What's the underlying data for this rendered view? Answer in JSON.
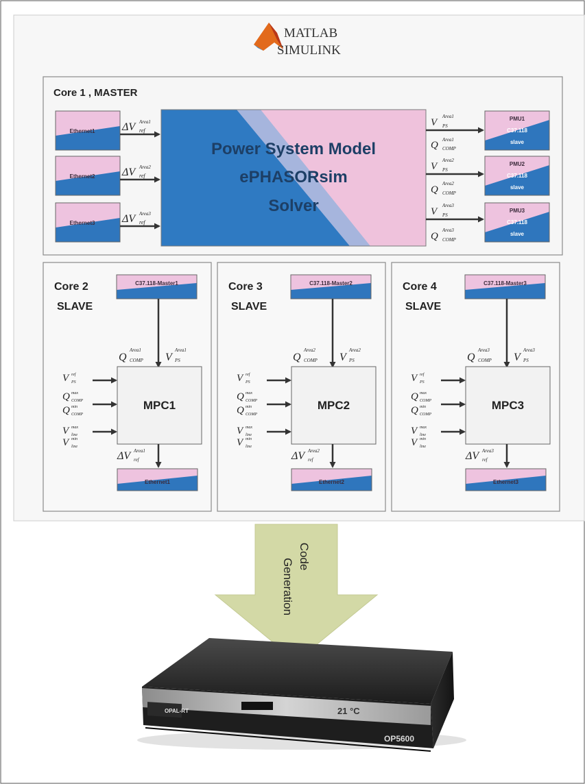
{
  "header": {
    "logo_line1": "MATLAB",
    "logo_line2": "SIMULINK"
  },
  "master": {
    "title": "Core 1 , MASTER",
    "solver_lines": [
      "Power System Model",
      "ePHASORsim",
      "Solver"
    ],
    "ethernet_blocks": [
      "Ethernet1",
      "Ethernet2",
      "Ethernet3"
    ],
    "input_labels": [
      {
        "main": "ΔV",
        "sup": "Area1",
        "sub": "ref"
      },
      {
        "main": "ΔV",
        "sup": "Area2",
        "sub": "ref"
      },
      {
        "main": "ΔV",
        "sup": "Area3",
        "sub": "ref"
      }
    ],
    "output_labels": [
      {
        "v_sup": "Area1",
        "v_sub": "PS",
        "q_sup": "Area1",
        "q_sub": "COMP"
      },
      {
        "v_sup": "Area2",
        "v_sub": "PS",
        "q_sup": "Area2",
        "q_sub": "COMP"
      },
      {
        "v_sup": "Area3",
        "v_sub": "PS",
        "q_sup": "Area3",
        "q_sub": "COMP"
      }
    ],
    "pmu_blocks": [
      [
        "PMU1",
        "C37.118",
        "slave"
      ],
      [
        "PMU2",
        "C37.118",
        "slave"
      ],
      [
        "PMU3",
        "C37.118",
        "slave"
      ]
    ]
  },
  "slaves": [
    {
      "core": "Core 2",
      "role": "SLAVE",
      "c37": "C37.118-Master1",
      "q_sup": "Area1",
      "v_sup": "Area1",
      "mpc": "MPC1",
      "dv_sup": "Area1",
      "ethernet": "Ethernet1"
    },
    {
      "core": "Core 3",
      "role": "SLAVE",
      "c37": "C37.118-Master2",
      "q_sup": "Area2",
      "v_sup": "Area2",
      "mpc": "MPC2",
      "dv_sup": "Area2",
      "ethernet": "Ethernet2"
    },
    {
      "core": "Core 4",
      "role": "SLAVE",
      "c37": "C37.118-Master3",
      "q_sup": "Area3",
      "v_sup": "Area3",
      "mpc": "MPC3",
      "dv_sup": "Area3",
      "ethernet": "Ethernet3"
    }
  ],
  "mpc_inputs": [
    {
      "main": "V",
      "sup": "ref",
      "sub": "PS"
    },
    {
      "main": "Q",
      "sup": "max",
      "sub": "COMP"
    },
    {
      "main": "Q",
      "sup": "min",
      "sub": "COMP"
    },
    {
      "main": "V",
      "sup": "max",
      "sub": "line"
    },
    {
      "main": "V",
      "sup": "min",
      "sub": "line"
    }
  ],
  "code_generation": {
    "line1": "Code",
    "line2": "Generation"
  },
  "device": {
    "brand": "OPAL-RT",
    "model": "OP5600",
    "display": "21 °C"
  },
  "colors": {
    "pink": "#eec3df",
    "blue": "#2f76bd",
    "arrow_green": "#d2d8a4",
    "panel_border": "#888888"
  }
}
